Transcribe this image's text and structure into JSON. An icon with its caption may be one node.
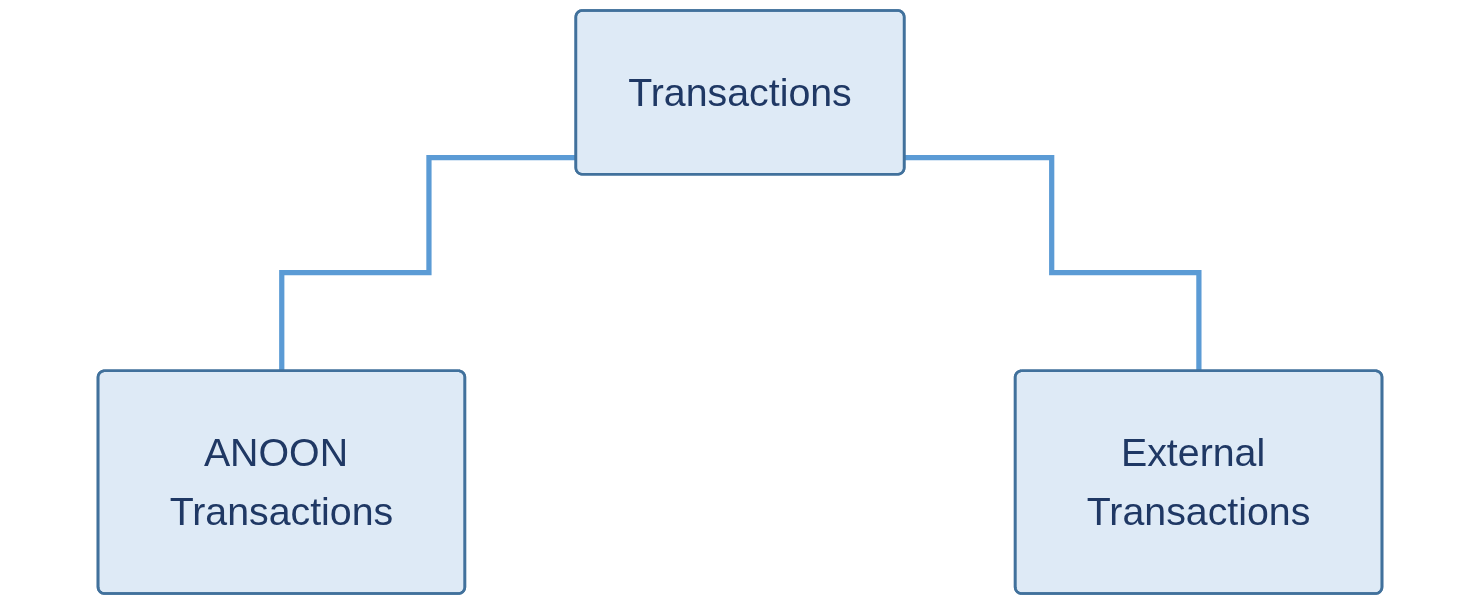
{
  "diagram": {
    "nodes": [
      {
        "text": [
          "Transactions"
        ]
      },
      {
        "text": [
          "ANOON Transactions"
        ]
      },
      {
        "text": [
          "External Transactions"
        ]
      }
    ],
    "edges": [
      {
        "from": 0,
        "to": 1,
        "arrow": "none"
      },
      {
        "from": 0,
        "to": 2,
        "arrow": "none"
      }
    ]
  }
}
